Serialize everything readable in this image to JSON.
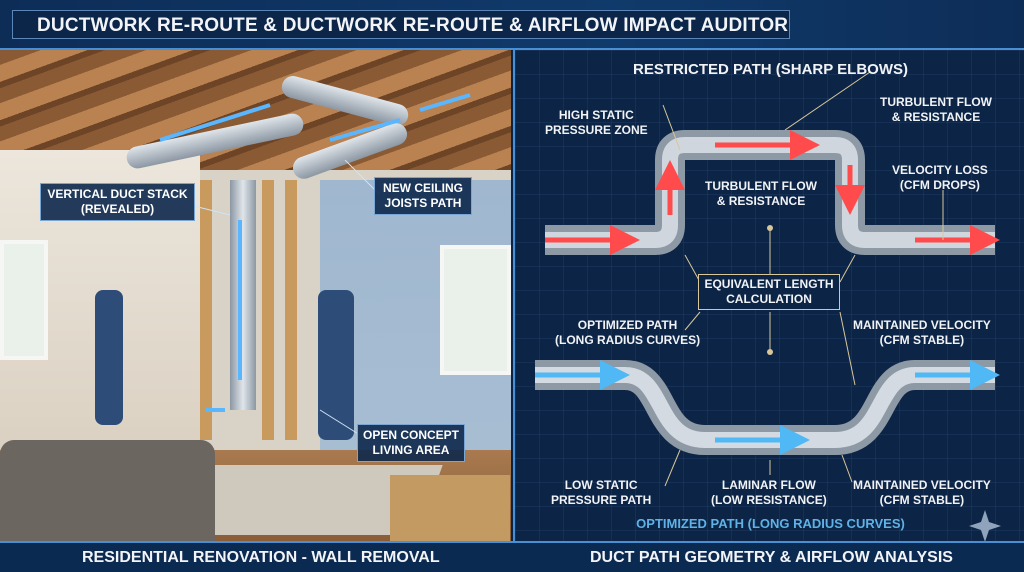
{
  "header": {
    "title": "DUCTWORK RE-ROUTE &  DUCTWORK RE-ROUTE & AIRFLOW IMPACT AUDITOR"
  },
  "left_panel": {
    "labels": {
      "vertical_stack": "VERTICAL DUCT STACK\n(REVEALED)",
      "ceiling_joists": "NEW CEILING\nJOISTS PATH",
      "open_concept": "OPEN CONCEPT\nLIVING AREA"
    },
    "caption": "RESIDENTIAL RENOVATION - WALL REMOVAL"
  },
  "right_panel": {
    "title": "RESTRICTED PATH (SHARP ELBOWS)",
    "restricted": {
      "high_static": "HIGH STATIC\nPRESSURE ZONE",
      "turbulent_top": "TURBULENT FLOW\n& RESISTANCE",
      "turbulent_mid": "TURBULENT FLOW\n& RESISTANCE",
      "velocity_loss": "VELOCITY LOSS\n(CFM DROPS)"
    },
    "center": "EQUIVALENT LENGTH\nCALCULATION",
    "optimized": {
      "optimized_path": "OPTIMIZED PATH\n(LONG RADIUS CURVES)",
      "maintained_top": "MAINTAINED VELOCITY\n(CFM STABLE)",
      "low_static": "LOW STATIC\nPRESSURE PATH",
      "laminar": "LAMINAR FLOW\n(LOW RESISTANCE)",
      "maintained_bottom": "MAINTAINED VELOCITY\n(CFM STABLE)"
    },
    "subtitle": "OPTIMIZED PATH (LONG RADIUS CURVES)",
    "caption": "DUCT PATH GEOMETRY & AIRFLOW ANALYSIS"
  },
  "colors": {
    "restricted_flow": "#ff4b4b",
    "optimized_flow": "#4fb8f5",
    "accent": "#4a8fd4",
    "leader": "#d8c79a"
  }
}
